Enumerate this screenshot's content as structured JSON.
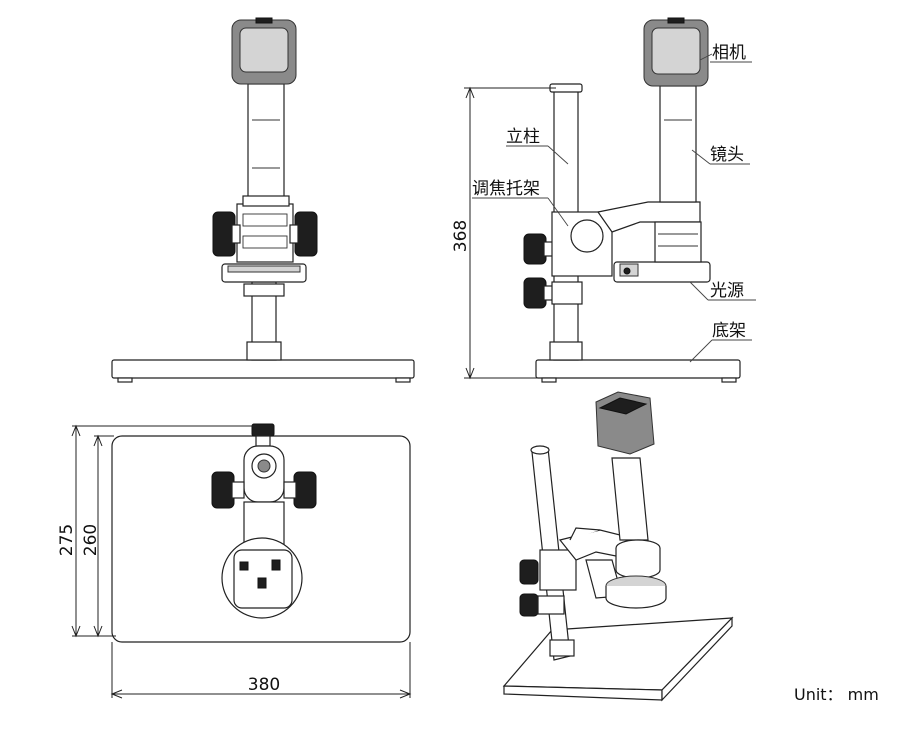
{
  "labels": {
    "camera": "相机",
    "column": "立柱",
    "focus_bracket": "调焦托架",
    "lens": "镜头",
    "light_source": "光源",
    "base": "底架"
  },
  "dimensions": {
    "height": "368",
    "depth_outer": "275",
    "depth_inner": "260",
    "width": "380"
  },
  "unit_note": "Unit： mm"
}
